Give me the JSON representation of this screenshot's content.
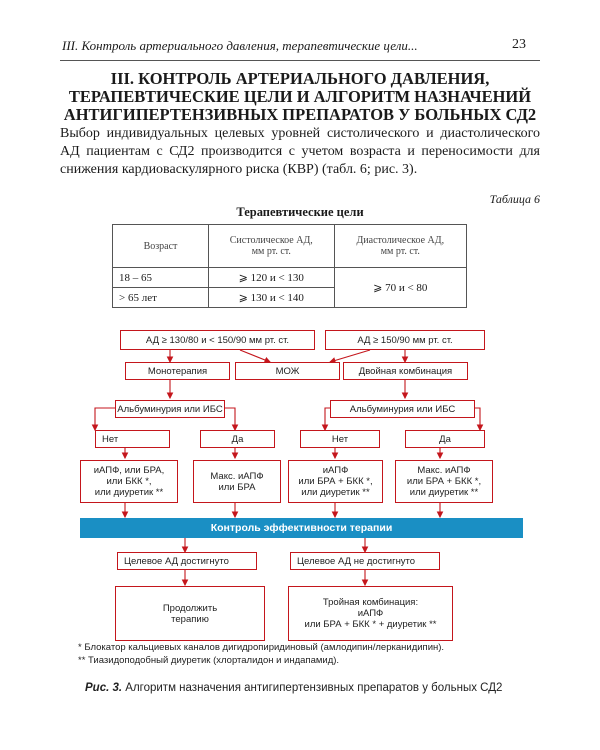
{
  "header": {
    "running_head": "III. Контроль артериального давления, терапевтические цели...",
    "page_number": "23"
  },
  "title_lines": [
    "III. КОНТРОЛЬ АРТЕРИАЛЬНОГО ДАВЛЕНИЯ,",
    "ТЕРАПЕВТИЧЕСКИЕ ЦЕЛИ И АЛГОРИТМ НАЗНАЧЕНИЙ",
    "АНТИГИПЕРТЕНЗИВНЫХ ПРЕПАРАТОВ У БОЛЬНЫХ СД2"
  ],
  "paragraph": "Выбор индивидуальных целевых уровней систолического и диастолического АД пациентам с СД2 производится с учетом возраста и переносимости для снижения кардиоваскулярного риска (КВР) (табл. 6; рис. 3).",
  "table": {
    "caption": "Таблица 6",
    "title": "Терапевтические цели",
    "headers": [
      "Возраст",
      "Систолическое АД,\nмм рт. ст.",
      "Диастолическое АД,\nмм рт. ст."
    ],
    "rows": [
      {
        "age": "18 – 65",
        "sys": "⩾ 120 и < 130"
      },
      {
        "age": "> 65 лет",
        "sys": "⩾ 130 и < 140"
      }
    ],
    "dia_merged": "⩾ 70 и < 80"
  },
  "flowchart": {
    "top_left": "АД ≥ 130/80 и < 150/90 мм рт. ст.",
    "top_right": "АД ≥ 150/90 мм рт. ст.",
    "mono": "Монотерапия",
    "moj": "МОЖ",
    "dual": "Двойная комбинация",
    "alb_left": "Альбуминурия или ИБС",
    "alb_right": "Альбуминурия или ИБС",
    "no_left": "Нет",
    "yes_left": "Да",
    "no_right": "Нет",
    "yes_right": "Да",
    "rx1": "иАПФ,  или  БРА,\nили БКК *,\nили диуретик **",
    "rx2": "Макс. иАПФ\nили БРА",
    "rx3": "иАПФ\nили БРА + БКК *,\nили диуретик **",
    "rx4": "Макс. иАПФ\nили БРА + БКК *,\nили диуретик **",
    "control_bar": "Контроль эффективности терапии",
    "reached": "Целевое АД достигнуто",
    "not_reached": "Целевое АД не достигнуто",
    "continue": "Продолжить\nтерапию",
    "triple": "Тройная комбинация:\nиАПФ\nили БРА + БКК * + диуретик **"
  },
  "footnotes": [
    "* Блокатор кальциевых каналов дигидропиридиновый (амлодипин/лерканидипин).",
    "** Тиазидоподобный диуретик (хлорталидон и индапамид)."
  ],
  "figure_caption": {
    "label": "Рис. 3.",
    "text": " Алгоритм назначения антигипертензивных препаратов у больных СД2"
  },
  "colors": {
    "box_border": "#c4161c",
    "bar": "#1a8fc4",
    "arrow": "#c4161c"
  }
}
